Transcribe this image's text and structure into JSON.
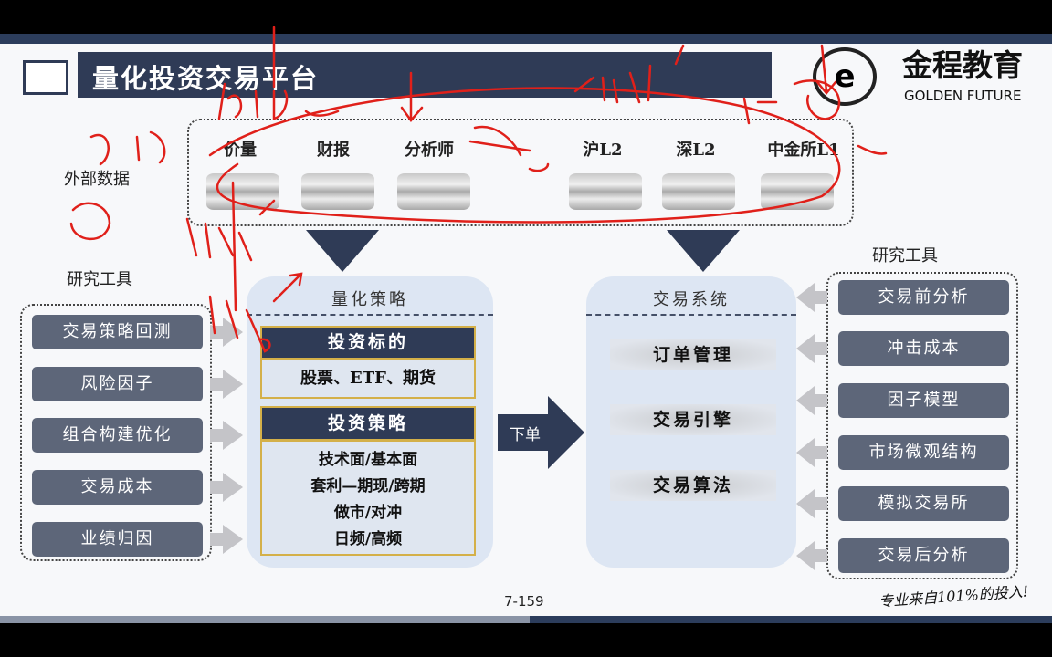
{
  "header": {
    "title": "量化投资交易平台",
    "logo_cn": "金程教育",
    "logo_en": "GOLDEN FUTURE"
  },
  "external_data": {
    "label": "外部数据",
    "sources": [
      "价量",
      "财报",
      "分析师",
      "沪L2",
      "深L2",
      "中金所L1"
    ]
  },
  "research_tools_left": {
    "label": "研究工具",
    "items": [
      "交易策略回测",
      "风险因子",
      "组合构建优化",
      "交易成本",
      "业绩归因"
    ]
  },
  "quant_strategy": {
    "title": "量化策略",
    "target_header": "投资标的",
    "target_body": "股票、ETF、期货",
    "strategy_header": "投资策略",
    "strategy_items": [
      "技术面/基本面",
      "套利—期现/跨期",
      "做市/对冲",
      "日频/高频"
    ]
  },
  "order_arrow": "下单",
  "trading_system": {
    "title": "交易系统",
    "items": [
      "订单管理",
      "交易引擎",
      "交易算法"
    ]
  },
  "research_tools_right": {
    "label": "研究工具",
    "items": [
      "交易前分析",
      "冲击成本",
      "因子模型",
      "市场微观结构",
      "模拟交易所",
      "交易后分析"
    ]
  },
  "page_number": "7-159",
  "slogan": "专业来自101%的投入!",
  "colors": {
    "navy": "#2f3b56",
    "gold": "#d4b049",
    "panel": "#dde6f3",
    "button": "#5d6679",
    "annotation": "#e0201a"
  }
}
